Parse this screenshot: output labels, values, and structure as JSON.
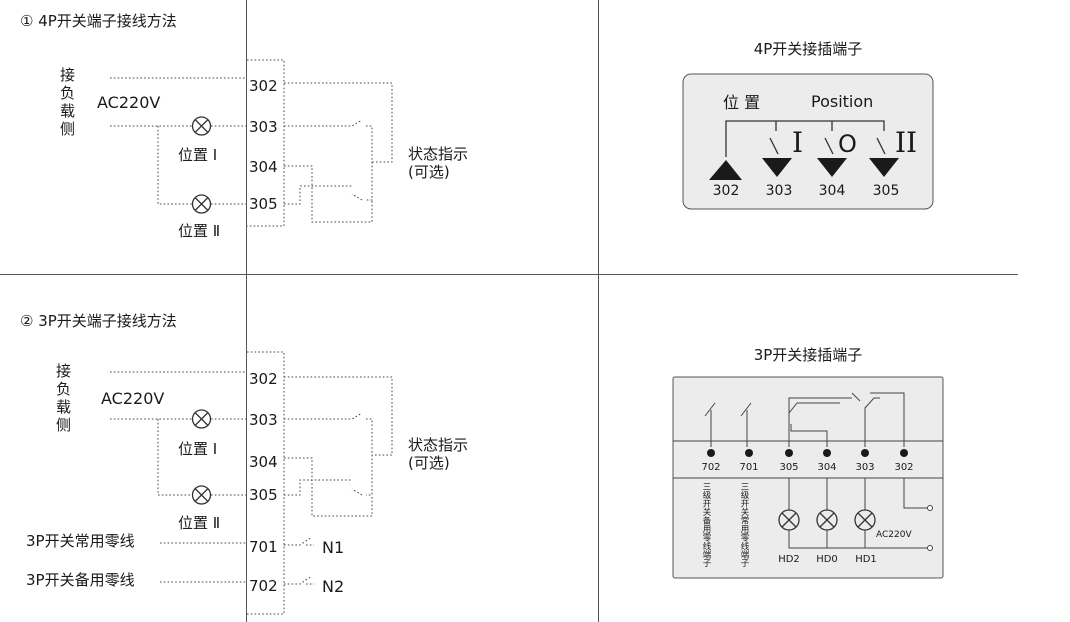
{
  "sec1": {
    "title": "① 4P开关端子接线方法",
    "load_label": [
      "接",
      "负",
      "载",
      "侧"
    ],
    "ac": "AC220V",
    "pos1": "位置 Ⅰ",
    "pos2": "位置 Ⅱ",
    "terminals": [
      "302",
      "303",
      "304",
      "305"
    ],
    "status": [
      "状态指示",
      "(可选)"
    ]
  },
  "sec2": {
    "title": "② 3P开关端子接线方法",
    "load_label": [
      "接",
      "负",
      "载",
      "侧"
    ],
    "ac": "AC220V",
    "pos1": "位置 Ⅰ",
    "pos2": "位置 Ⅱ",
    "terminals": [
      "302",
      "303",
      "304",
      "305",
      "701",
      "702"
    ],
    "status": [
      "状态指示",
      "(可选)"
    ],
    "normal_neutral": "3P开关常用零线",
    "backup_neutral": "3P开关备用零线",
    "n1": "N1",
    "n2": "N2"
  },
  "panel4p": {
    "title": "4P开关接插端子",
    "pos_cn": "位  置",
    "pos_en": "Position",
    "symbols": [
      "I",
      "O",
      "II"
    ],
    "terminals": [
      "302",
      "303",
      "304",
      "305"
    ]
  },
  "panel3p": {
    "title": "3P开关接插端子",
    "terminals": [
      "702",
      "701",
      "305",
      "304",
      "303",
      "302"
    ],
    "vlabel_backup": "三级开关备用零线端子",
    "vlabel_normal": "三级开关常用零线端子",
    "hd": [
      "HD2",
      "HD0",
      "HD1"
    ],
    "ac": "AC220V"
  }
}
